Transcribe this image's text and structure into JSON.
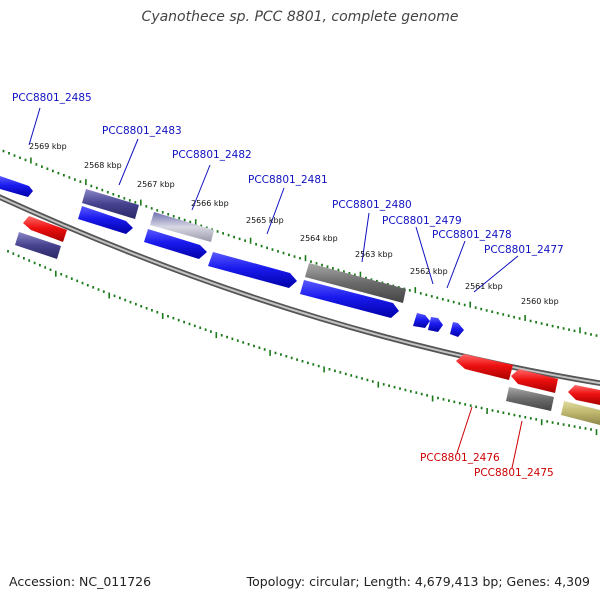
{
  "title": "Cyanothece sp. PCC 8801, complete genome",
  "footer": {
    "accession": "Accession: NC_011726",
    "summary": "Topology: circular; Length: 4,679,413 bp; Genes: 4,309"
  },
  "colors": {
    "label_forward": "#1010c0",
    "label_reverse": "#cc0000",
    "tick_marks": "#1a7a1a",
    "backbone": "#7a7a7a"
  },
  "kbp_marks": [
    "2569 kbp",
    "2568 kbp",
    "2567 kbp",
    "2566 kbp",
    "2565 kbp",
    "2564 kbp",
    "2563 kbp",
    "2562 kbp",
    "2561 kbp",
    "2560 kbp"
  ],
  "gene_labels": [
    {
      "text": "PCC8801_2485",
      "strand": "forward"
    },
    {
      "text": "PCC8801_2483",
      "strand": "forward"
    },
    {
      "text": "PCC8801_2482",
      "strand": "forward"
    },
    {
      "text": "PCC8801_2481",
      "strand": "forward"
    },
    {
      "text": "PCC8801_2480",
      "strand": "forward"
    },
    {
      "text": "PCC8801_2479",
      "strand": "forward"
    },
    {
      "text": "PCC8801_2478",
      "strand": "forward"
    },
    {
      "text": "PCC8801_2477",
      "strand": "forward"
    },
    {
      "text": "PCC8801_2476",
      "strand": "reverse"
    },
    {
      "text": "PCC8801_2475",
      "strand": "reverse"
    }
  ]
}
